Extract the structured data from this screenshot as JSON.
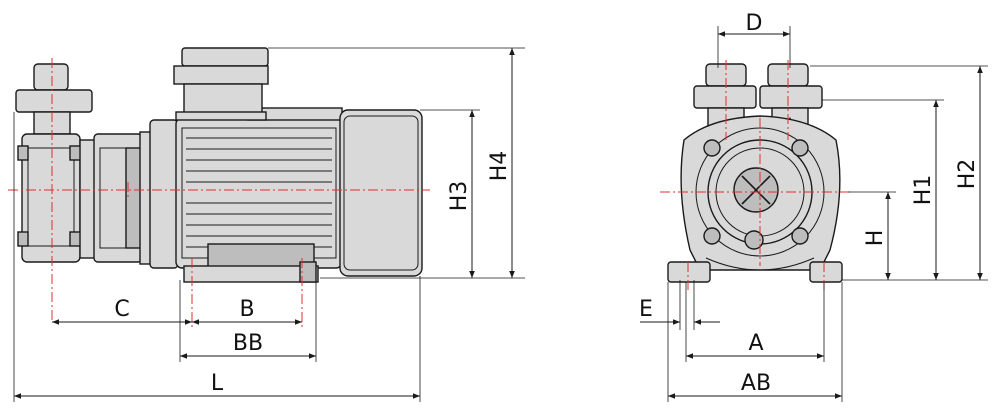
{
  "dimensions": {
    "D": "D",
    "H3": "H3",
    "H4": "H4",
    "H1": "H1",
    "H2": "H2",
    "H": "H",
    "C": "C",
    "B": "B",
    "BB": "BB",
    "L": "L",
    "E": "E",
    "A": "A",
    "AB": "AB"
  },
  "colors": {
    "outline": "#1a1a1a",
    "centerline": "#e03030",
    "body_fill": "#d9d9d9",
    "dark_fill": "#bdbdbd"
  }
}
